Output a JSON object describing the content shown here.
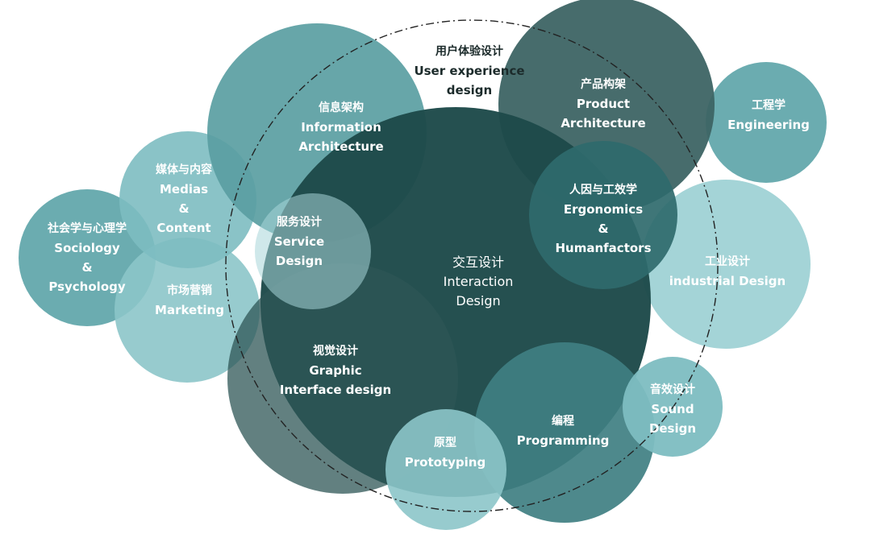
{
  "colors": {
    "dark_core": "#1e4a4a",
    "deep_teal": "#3a6666",
    "mid_teal": "#4f9396",
    "teal": "#63a8ac",
    "light_teal": "#8cc5c9",
    "pale_teal": "#9fd2d5"
  },
  "ux": {
    "zh": "用户体验设计",
    "en1": "User experience",
    "en2": "design"
  },
  "center": {
    "zh": "交互设计",
    "en1": "Interaction",
    "en2": "Design"
  },
  "nodes": {
    "info": {
      "zh": "信息架构",
      "en1": "Information",
      "en2": "Architecture"
    },
    "product": {
      "zh": "产品构架",
      "en1": "Product",
      "en2": "Architecture"
    },
    "engineering": {
      "zh": "工程学",
      "en1": "Engineering"
    },
    "ergonomics": {
      "zh": "人因与工效学",
      "en1": "Ergonomics",
      "amp": "&",
      "en2": "Humanfactors"
    },
    "industrial": {
      "zh": "工业设计",
      "en1": "industrial Design"
    },
    "media": {
      "zh": "媒体与内容",
      "en1": "Medias",
      "amp": "&",
      "en2": "Content"
    },
    "service": {
      "zh": "服务设计",
      "en1": "Service",
      "en2": "Design"
    },
    "sociology": {
      "zh": "社会学与心理学",
      "en1": "Sociology",
      "amp": "&",
      "en2": "Psychology"
    },
    "marketing": {
      "zh": "市场营销",
      "en1": "Marketing"
    },
    "visual": {
      "zh": "视觉设计",
      "en1": "Graphic",
      "en2": "Interface design"
    },
    "prototyping": {
      "zh": "原型",
      "en1": "Prototyping"
    },
    "programming": {
      "zh": "编程",
      "en1": "Programming"
    },
    "sound": {
      "zh": "音效设计",
      "en1": "Sound",
      "en2": "Design"
    }
  }
}
